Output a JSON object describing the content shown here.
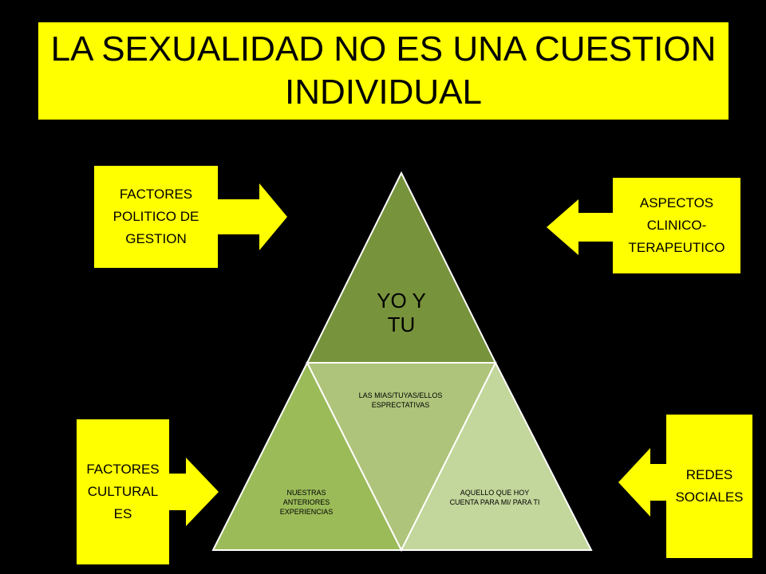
{
  "title": {
    "line1": "LA SEXUALIDAD NO ES  UNA CUESTION",
    "line2": "INDIVIDUAL"
  },
  "callouts": {
    "top_left": "FACTORES POLITICO  DE GESTION",
    "top_right": "ASPECTOS CLINICO-TERAPEUTICO",
    "bottom_left": "FACTORES CULTURAL ES",
    "bottom_right": "REDES SOCIALES"
  },
  "pyramid": {
    "top": "YO Y TU",
    "center": "LAS MIAS/TUYAS/ELLOS ESPRECTATIVAS",
    "left": "NUESTRAS ANTERIORES EXPERIENCIAS",
    "right": "AQUELLO  QUE HOY CUENTA  PARA MI/ PARA TI"
  },
  "colors": {
    "background": "#000000",
    "accent_yellow": "#ffff00",
    "top_triangle": "#77933c",
    "left_triangle": "#9bbb59",
    "center_triangle": "#aec47a",
    "right_triangle": "#c3d69b",
    "outline": "#ffffff"
  }
}
